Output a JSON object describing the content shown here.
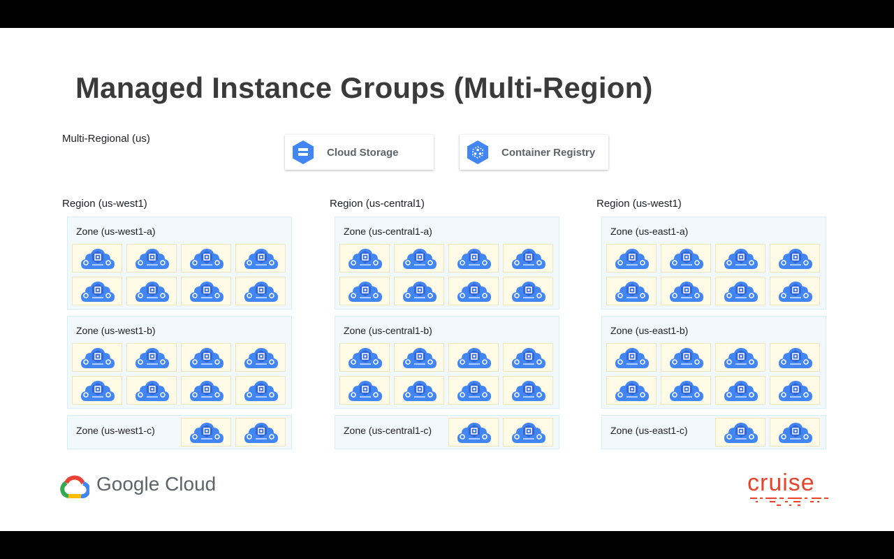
{
  "slide": {
    "title": "Managed Instance Groups (Multi-Region)",
    "multi_regional_label": "Multi-Regional (us)"
  },
  "services": [
    {
      "label": "Cloud Storage",
      "icon": "cloud-storage-icon"
    },
    {
      "label": "Container Registry",
      "icon": "container-registry-icon"
    }
  ],
  "regions": [
    {
      "label": "Region (us-west1)",
      "zones": [
        {
          "label": "Zone (us-west1-a)",
          "instances": 8
        },
        {
          "label": "Zone (us-west1-b)",
          "instances": 8
        },
        {
          "label": "Zone (us-west1-c)",
          "instances": 2
        }
      ]
    },
    {
      "label": "Region (us-central1)",
      "zones": [
        {
          "label": "Zone (us-central1-a)",
          "instances": 8
        },
        {
          "label": "Zone (us-central1-b)",
          "instances": 8
        },
        {
          "label": "Zone (us-central1-c)",
          "instances": 2
        }
      ]
    },
    {
      "label": "Region (us-west1)",
      "zones": [
        {
          "label": "Zone (us-east1-a)",
          "instances": 8
        },
        {
          "label": "Zone (us-east1-b)",
          "instances": 8
        },
        {
          "label": "Zone (us-east1-c)",
          "instances": 2
        }
      ]
    }
  ],
  "footer": {
    "google_cloud_text": "Google Cloud",
    "cruise_logo_text": "cruise"
  },
  "colors": {
    "instance_blue": "#4285f4",
    "zone_bg": "#f1f9fc",
    "cell_bg": "#fffbe6",
    "cruise_orange": "#e8442c"
  }
}
